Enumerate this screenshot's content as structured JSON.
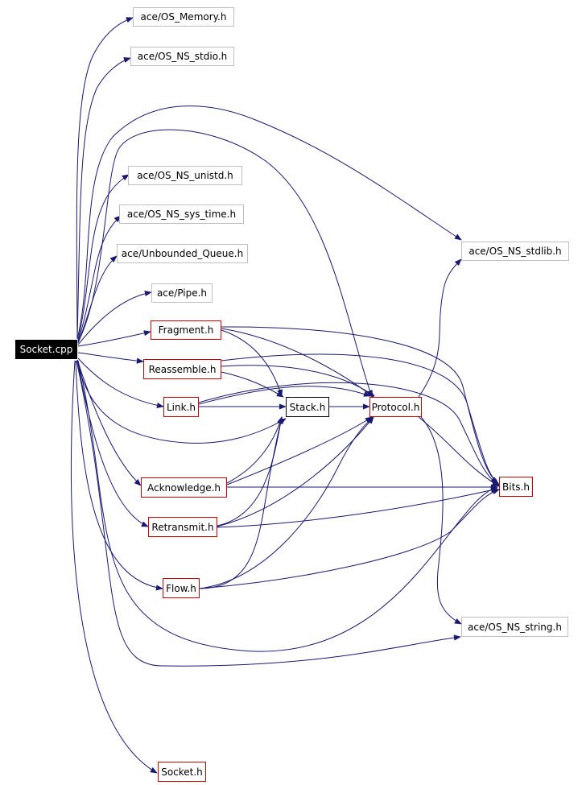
{
  "nodes": {
    "socket_cpp": "Socket.cpp",
    "os_memory": "ace/OS_Memory.h",
    "os_ns_stdio": "ace/OS_NS_stdio.h",
    "os_ns_unistd": "ace/OS_NS_unistd.h",
    "os_ns_sys_time": "ace/OS_NS_sys_time.h",
    "unbounded_queue": "ace/Unbounded_Queue.h",
    "pipe": "ace/Pipe.h",
    "os_ns_stdlib": "ace/OS_NS_stdlib.h",
    "fragment": "Fragment.h",
    "reassemble": "Reassemble.h",
    "link": "Link.h",
    "stack": "Stack.h",
    "protocol": "Protocol.h",
    "bits": "Bits.h",
    "acknowledge": "Acknowledge.h",
    "retransmit": "Retransmit.h",
    "flow": "Flow.h",
    "os_ns_string": "ace/OS_NS_string.h",
    "socket_h": "Socket.h"
  },
  "colors": {
    "edge": "#191970",
    "external_border": "#bfbfbf",
    "local_border": "#cc0000",
    "root_fill": "#000000"
  }
}
